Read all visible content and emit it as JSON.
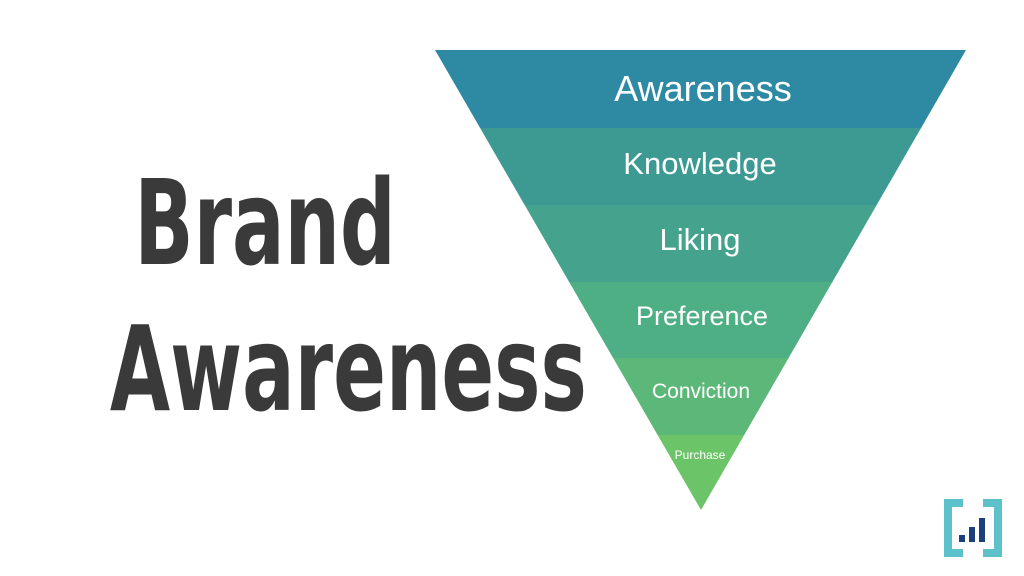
{
  "headline": {
    "line1": "Brand",
    "line2": "Awareness"
  },
  "funnel": {
    "stages": [
      {
        "label": "Awareness",
        "color": "#2E8AA3"
      },
      {
        "label": "Knowledge",
        "color": "#3D9A93"
      },
      {
        "label": "Liking",
        "color": "#45A38D"
      },
      {
        "label": "Preference",
        "color": "#4FAF84"
      },
      {
        "label": "Conviction",
        "color": "#5CB878"
      },
      {
        "label": "Purchase",
        "color": "#6CC468"
      }
    ]
  },
  "logo": {
    "icon": "bar-chart-bracket-logo",
    "frame_color": "#5DC1CC",
    "bar_color": "#1E3F7A"
  }
}
